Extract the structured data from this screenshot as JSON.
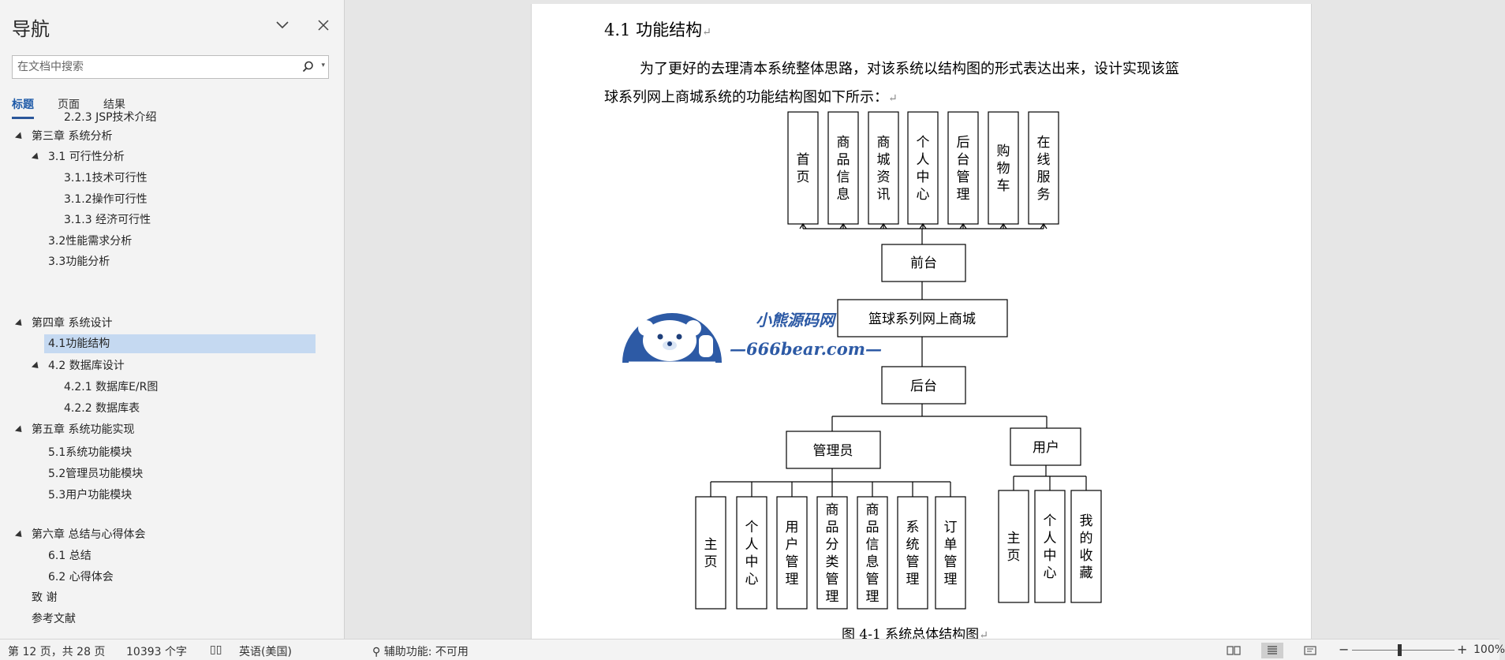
{
  "nav": {
    "title": "导航",
    "search_placeholder": "在文档中搜索",
    "tabs": [
      "标题",
      "页面",
      "结果"
    ],
    "items": [
      {
        "label": "2.2.3 JSP技术介绍",
        "level": 3,
        "tri": false
      },
      {
        "label": "第三章 系统分析",
        "level": 1,
        "tri": true
      },
      {
        "label": "3.1 可行性分析",
        "level": 2,
        "tri": true
      },
      {
        "label": "3.1.1技术可行性",
        "level": 3,
        "tri": false
      },
      {
        "label": "3.1.2操作可行性",
        "level": 3,
        "tri": false
      },
      {
        "label": "3.1.3 经济可行性",
        "level": 3,
        "tri": false
      },
      {
        "label": "3.2性能需求分析",
        "level": 2,
        "tri": false
      },
      {
        "label": "3.3功能分析",
        "level": 2,
        "tri": false
      },
      {
        "label": "第四章 系统设计",
        "level": 1,
        "tri": true
      },
      {
        "label": "4.1功能结构",
        "level": 2,
        "tri": false,
        "selected": true
      },
      {
        "label": "4.2 数据库设计",
        "level": 2,
        "tri": true
      },
      {
        "label": "4.2.1 数据库E/R图",
        "level": 3,
        "tri": false
      },
      {
        "label": "4.2.2 数据库表",
        "level": 3,
        "tri": false
      },
      {
        "label": "第五章 系统功能实现",
        "level": 1,
        "tri": true
      },
      {
        "label": "5.1系统功能模块",
        "level": 2,
        "tri": false
      },
      {
        "label": "5.2管理员功能模块",
        "level": 2,
        "tri": false
      },
      {
        "label": "5.3用户功能模块",
        "level": 2,
        "tri": false
      },
      {
        "label": "第六章 总结与心得体会",
        "level": 1,
        "tri": true
      },
      {
        "label": "6.1 总结",
        "level": 2,
        "tri": false
      },
      {
        "label": "6.2 心得体会",
        "level": 2,
        "tri": false
      },
      {
        "label": "致 谢",
        "level": 1,
        "tri": false
      },
      {
        "label": "参考文献",
        "level": 1,
        "tri": false
      }
    ]
  },
  "document": {
    "heading": "4.1 功能结构",
    "para_line1": "为了更好的去理清本系统整体思路，对该系统以结构图的形式表达出来，设计实现该篮",
    "para_line2": "球系列网上商城系统的功能结构图如下所示：",
    "caption": "图 4-1  系统总体结构图",
    "diagram": {
      "front_modules": [
        "首页",
        "商品信息",
        "商城资讯",
        "个人中心",
        "后台管理",
        "购物车",
        "在线服务"
      ],
      "front": "前台",
      "root": "篮球系列网上商城",
      "back": "后台",
      "admin": "管理员",
      "user": "用户",
      "admin_modules": [
        "主页",
        "个人中心",
        "用户管理",
        "商品分类管理",
        "商品信息管理",
        "系统管理",
        "订单管理"
      ],
      "user_modules": [
        "主页",
        "个人中心",
        "我的收藏"
      ]
    },
    "watermark": {
      "brand": "小熊源码网",
      "url": "—666bear.com—"
    }
  },
  "status": {
    "page": "第 12 页，共 28 页",
    "words": "10393 个字",
    "language": "英语(美国)",
    "accessibility": "辅助功能: 不可用",
    "zoom": "100%"
  }
}
